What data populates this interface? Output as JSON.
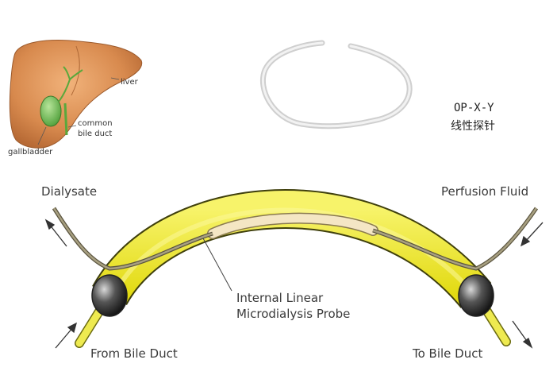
{
  "liver_diagram": {
    "labels": {
      "liver": "liver",
      "common_bile_duct_line1": "common",
      "common_bile_duct_line2": "bile duct",
      "gallbladder": "gallbladder"
    }
  },
  "probe_photo": {
    "caption_line1": "OP-X-Y",
    "caption_line2": "线性探针"
  },
  "main_diagram": {
    "labels": {
      "dialysate": "Dialysate",
      "perfusion_fluid": "Perfusion Fluid",
      "probe_line1": "Internal Linear",
      "probe_line2": "Microdialysis Probe",
      "from_bile_duct": "From Bile Duct",
      "to_bile_duct": "To Bile Duct"
    },
    "colors": {
      "tube_fill": "#f0ec2a",
      "tube_outline": "#4a4a10",
      "membrane": "#f4e6c4",
      "end_cap": "#3a3a3a",
      "stub": "#eeea50"
    }
  }
}
